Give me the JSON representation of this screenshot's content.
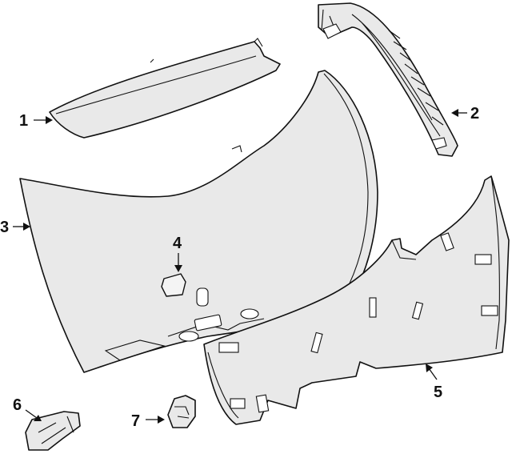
{
  "callouts": [
    {
      "number": "1"
    },
    {
      "number": "2"
    },
    {
      "number": "3"
    },
    {
      "number": "4"
    },
    {
      "number": "5"
    },
    {
      "number": "6"
    },
    {
      "number": "7"
    }
  ],
  "colors": {
    "line": "#111111",
    "part_fill": "#e9e9e9",
    "background": "#ffffff"
  }
}
